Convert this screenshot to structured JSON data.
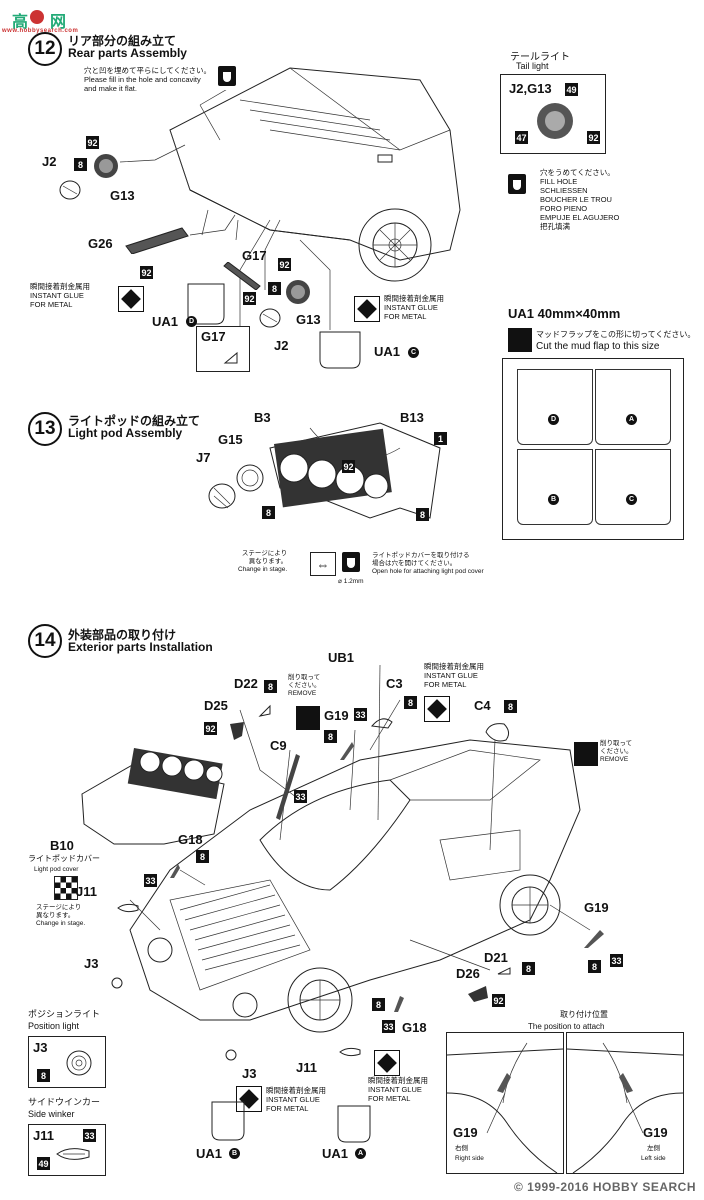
{
  "watermark": {
    "top": "高",
    "top2": "网",
    "url": "www.hobbysearch.com",
    "bottom": "© 1999-2016 HOBBY SEARCH"
  },
  "step12": {
    "num": "12",
    "title_jp": "リア部分の組み立て",
    "title_en": "Rear parts Assembly",
    "fill_note": [
      "穴と凹を埋めて平らにしてください。",
      "Please fill in the hole and concavity",
      "and make it flat."
    ],
    "parts": {
      "j2": "J2",
      "g13": "G13",
      "g26": "G26",
      "g17": "G17",
      "g17b": "G17",
      "g13b": "G13",
      "j2b": "J2",
      "ua1d": "UA1",
      "ua1c": "UA1"
    },
    "badges": {
      "b92a": "92",
      "b8a": "8",
      "b92b": "92",
      "b92c": "92",
      "b92d": "92",
      "b8b": "8"
    },
    "glue_left": [
      "瞬間接着剤金属用",
      "INSTANT GLUE",
      "FOR METAL"
    ],
    "glue_right": [
      "瞬間接着剤金属用",
      "INSTANT GLUE",
      "FOR METAL"
    ],
    "d": "D",
    "c": "C"
  },
  "taillight": {
    "title_jp": "テールライト",
    "title_en": "Tail light",
    "parts": "J2,G13",
    "b49": "49",
    "b47": "47",
    "b92": "92",
    "fill": [
      "穴をうめてください。",
      "FILL HOLE",
      "SCHLIESSEN",
      "BOUCHER LE TROU",
      "FORO PIENO",
      "EMPUJE EL AGUJERO",
      "把孔填满"
    ]
  },
  "mudflap": {
    "title": "UA1  40mm×40mm",
    "jp": "マッドフラップをこの形に切ってください。",
    "en": "Cut the mud flap to this size",
    "labels": [
      "D",
      "A",
      "B",
      "C"
    ]
  },
  "step13": {
    "num": "13",
    "title_jp": "ライトポッドの組み立て",
    "title_en": "Light pod Assembly",
    "parts": {
      "b3": "B3",
      "b13": "B13",
      "g15": "G15",
      "j7": "J7"
    },
    "badges": {
      "b1": "1",
      "b92": "92",
      "b8a": "8",
      "b8b": "8"
    },
    "stage": [
      "ステージにより",
      "異なります。",
      "Change in stage."
    ],
    "cover": [
      "ライトポッドカバーを取り付ける",
      "場合は穴を開けてください。",
      "Open hole for attaching light pod cover"
    ],
    "dia": "⌀ 1.2mm"
  },
  "step14": {
    "num": "14",
    "title_jp": "外装部品の取り付け",
    "title_en": "Exterior parts Installation",
    "parts": {
      "ub1": "UB1",
      "c3": "C3",
      "c4": "C4",
      "d22": "D22",
      "d25": "D25",
      "g19a": "G19",
      "c9": "C9",
      "b10": "B10",
      "g18a": "G18",
      "j11a": "J11",
      "j3a": "J3",
      "g19b": "G19",
      "d21": "D21",
      "d26": "D26",
      "g18b": "G18",
      "j11b": "J11",
      "j3b": "J3",
      "ua1b": "UA1",
      "ua1a": "UA1"
    },
    "badges": {
      "b8a": "8",
      "b92a": "92",
      "b8b": "8",
      "b33a": "33",
      "b8c": "8",
      "b8d": "8",
      "b33b": "33",
      "b8e": "8",
      "b33c": "33",
      "b8f": "8",
      "b33d": "33",
      "b8g": "8",
      "b92b": "92",
      "b8h": "8",
      "b33e": "33",
      "b8i": "8"
    },
    "remove1": [
      "削り取って",
      "ください。",
      "REMOVE"
    ],
    "remove2": [
      "削り取って",
      "ください。",
      "REMOVE"
    ],
    "glue_top": [
      "瞬間接着剤金属用",
      "INSTANT GLUE",
      "FOR METAL"
    ],
    "glue_a": [
      "瞬間接着剤金属用",
      "INSTANT GLUE",
      "FOR METAL"
    ],
    "glue_b": [
      "瞬間接着剤金属用",
      "INSTANT GLUE",
      "FOR METAL"
    ],
    "lightpod_jp": "ライトポッドカバー",
    "lightpod_en": "Light pod cover",
    "stage": [
      "ステージにより",
      "異なります。",
      "Change in stage."
    ],
    "b": "B",
    "a": "A"
  },
  "position": {
    "jp": "ポジションライト",
    "en": "Position light",
    "part": "J3",
    "badge": "8"
  },
  "winker": {
    "jp": "サイドウインカー",
    "en": "Side winker",
    "part": "J11",
    "b33": "33",
    "b49": "49"
  },
  "attach": {
    "jp": "取り付け位置",
    "en": "The position to attach",
    "left_part": "G19",
    "right_part": "G19",
    "right_jp": "右側",
    "right_en": "Right side",
    "left_jp": "左側",
    "left_en": "Left side"
  }
}
